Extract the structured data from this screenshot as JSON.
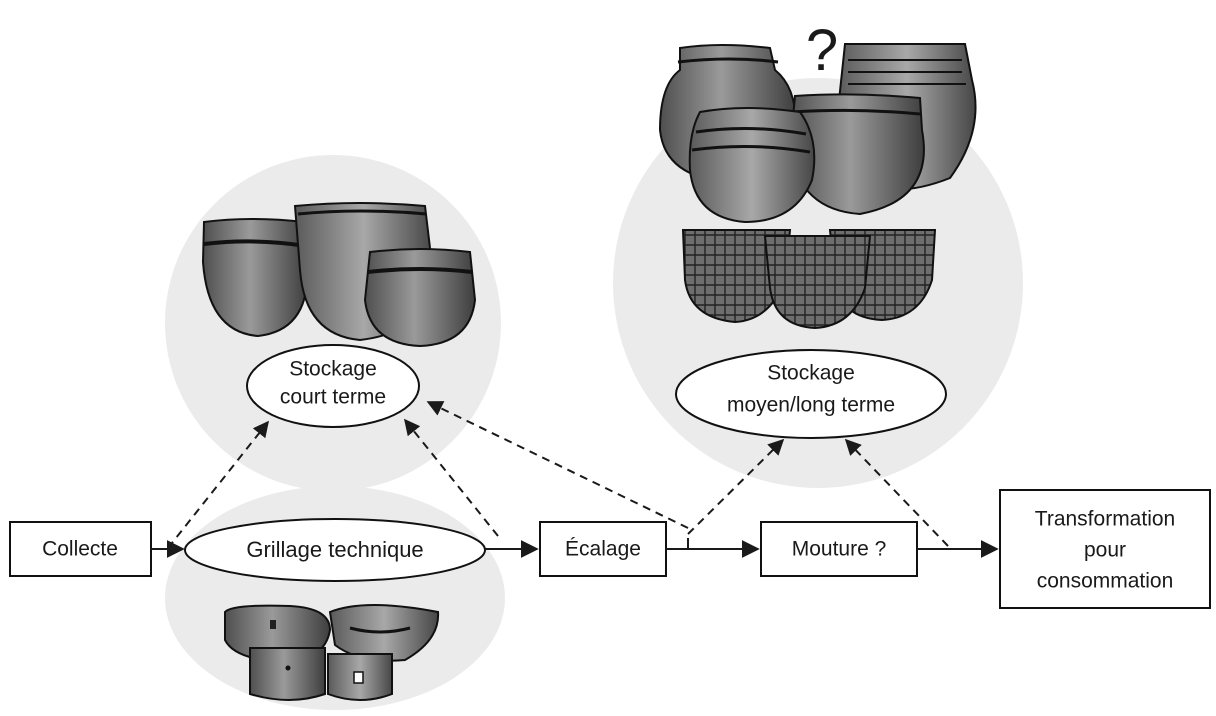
{
  "diagram": {
    "nodes": {
      "collecte": "Collecte",
      "grillage": "Grillage technique",
      "ecalage": "Écalage",
      "mouture": "Mouture ?",
      "transformation": [
        "Transformation",
        "pour",
        "consommation"
      ],
      "stockage_court": [
        "Stockage",
        "court terme"
      ],
      "stockage_long": [
        "Stockage",
        "moyen/long terme"
      ]
    },
    "question_mark": "?",
    "colors": {
      "background_circle": "#ebebeb",
      "pot_fill": "#8a8a8a",
      "pot_dark": "#4a4a4a",
      "line": "#1a1a1a"
    },
    "icons": {
      "short_term_vessels": "ceramic-pots-icon",
      "long_term_vessels": "large-ceramic-jars-icon",
      "baskets": "woven-basket-icon",
      "roasting_vessels": "perforated-roasting-pots-icon"
    }
  }
}
